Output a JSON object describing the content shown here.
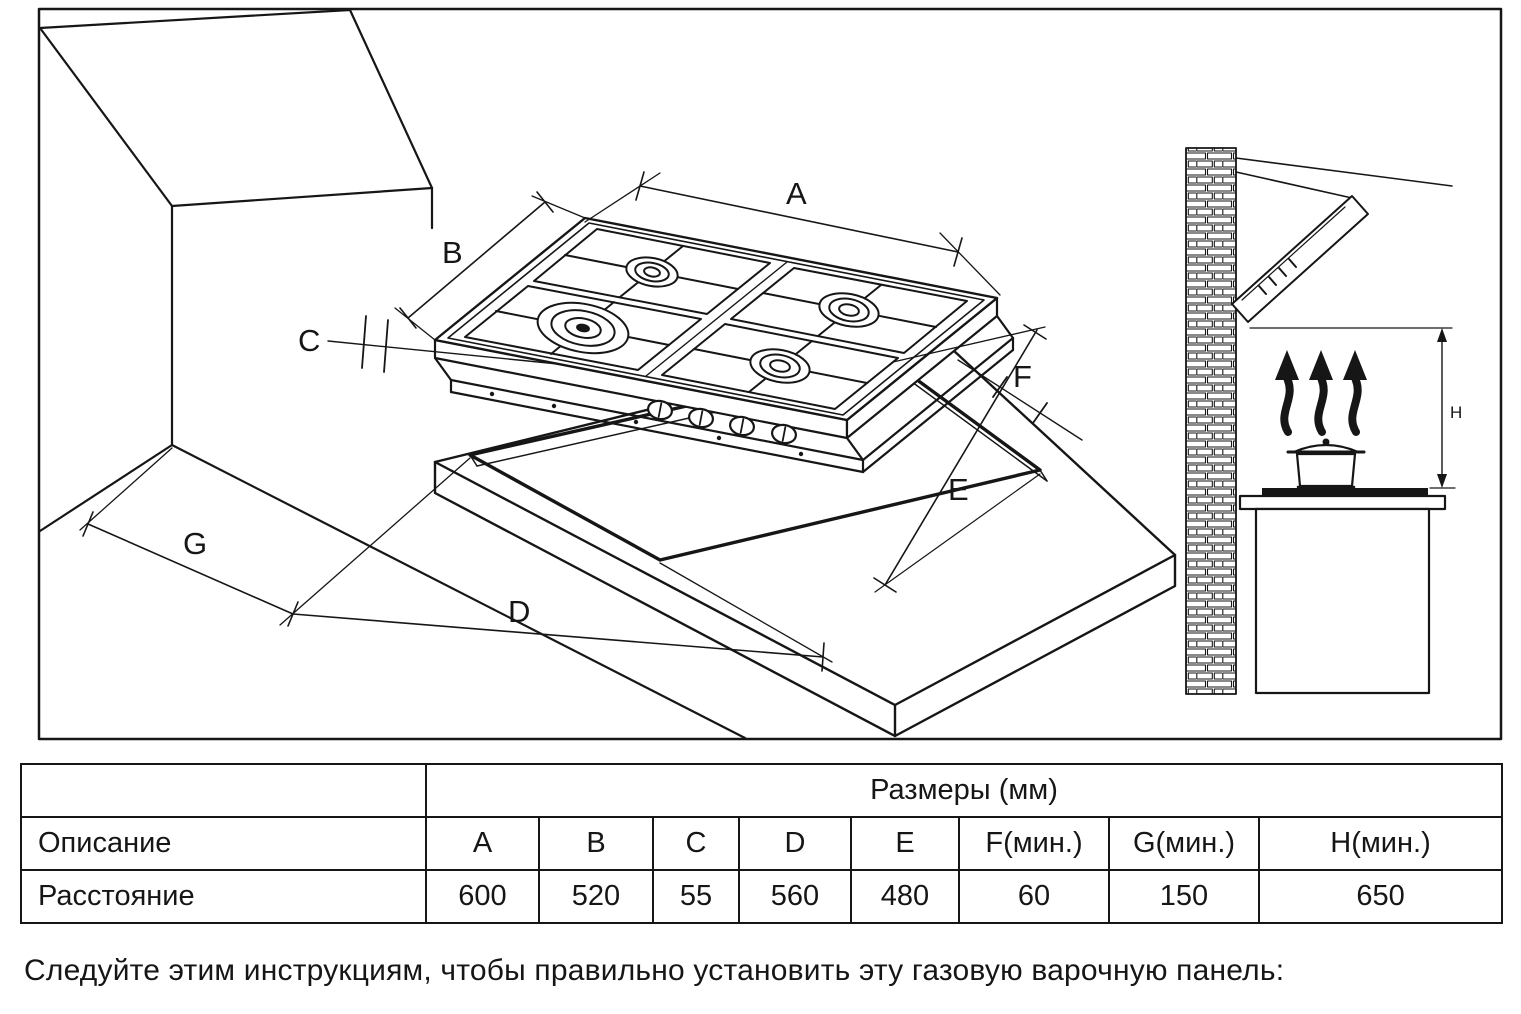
{
  "diagram": {
    "dim_labels": {
      "a": "A",
      "b": "B",
      "c": "C",
      "d": "D",
      "e": "E",
      "f": "F",
      "g": "G",
      "h": "H"
    }
  },
  "table": {
    "group_header": "Размеры (мм)",
    "desc_header": "Описание",
    "distance_label": "Расстояние",
    "columns": [
      "A",
      "B",
      "C",
      "D",
      "E",
      "F(мин.)",
      "G(мин.)",
      "H(мин.)"
    ],
    "values": [
      "600",
      "520",
      "55",
      "560",
      "480",
      "60",
      "150",
      "650"
    ]
  },
  "footer": {
    "instruction": "Следуйте этим инструкциям, чтобы правильно установить эту газовую варочную панель:"
  }
}
